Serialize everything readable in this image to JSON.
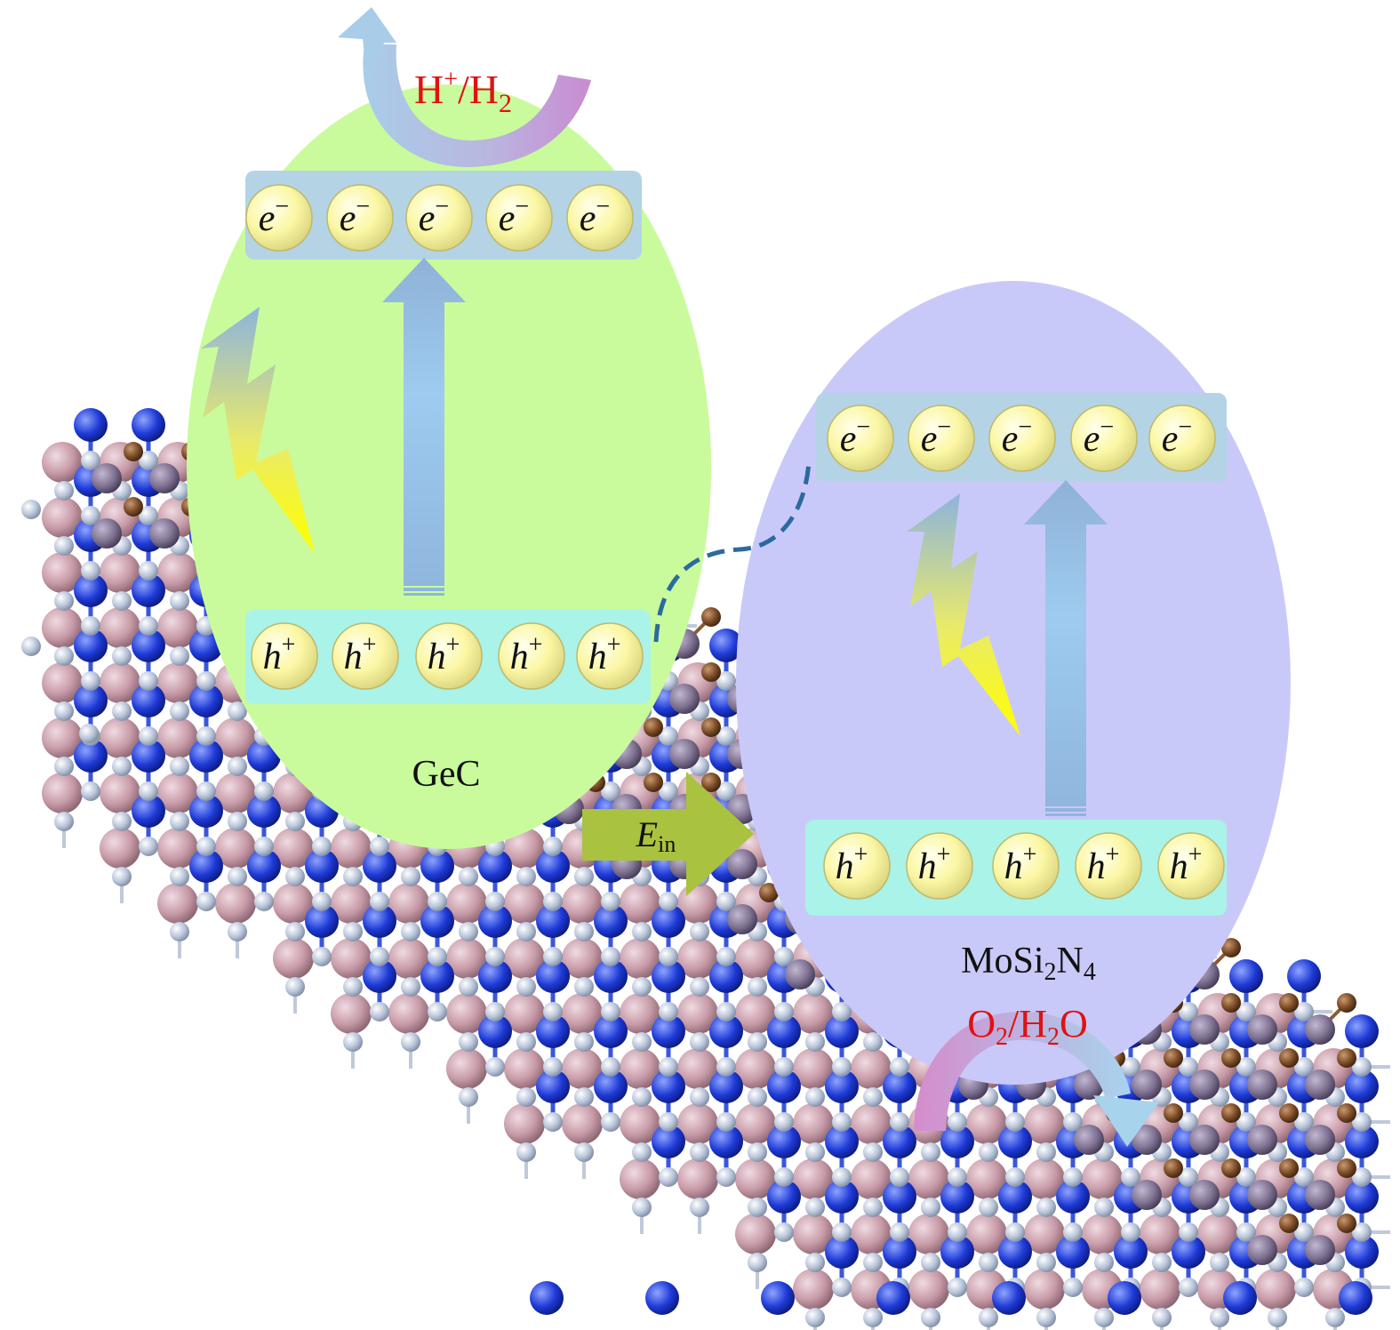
{
  "colors": {
    "left_ellipse": "#c9fb9c",
    "right_ellipse": "#c9c9f9",
    "band_conduction": "#b4d3e5",
    "band_valence": "#a9f3e8",
    "particle": "#fbf7a4",
    "reaction_text": "#e11111",
    "field_arrow": "#a9c23f",
    "dashed_path": "#2b6aa0",
    "atom_mo": "#c79aa7",
    "atom_n": "#1e3ad6",
    "atom_si": "#b8c4d9",
    "atom_ge": "#7f7292",
    "atom_c": "#7a4a25"
  },
  "left_material": {
    "name": "GeC",
    "reaction": {
      "base": "H",
      "sup": "+",
      "sep": "/H",
      "sub": "2"
    },
    "electrons": [
      {
        "sym": "e",
        "charge": "−"
      },
      {
        "sym": "e",
        "charge": "−"
      },
      {
        "sym": "e",
        "charge": "−"
      },
      {
        "sym": "e",
        "charge": "−"
      },
      {
        "sym": "e",
        "charge": "−"
      }
    ],
    "holes": [
      {
        "sym": "h",
        "charge": "+"
      },
      {
        "sym": "h",
        "charge": "+"
      },
      {
        "sym": "h",
        "charge": "+"
      },
      {
        "sym": "h",
        "charge": "+"
      },
      {
        "sym": "h",
        "charge": "+"
      }
    ]
  },
  "right_material": {
    "name": {
      "a": "MoSi",
      "sub1": "2",
      "b": "N",
      "sub2": "4"
    },
    "reaction": {
      "a": "O",
      "sub1": "2",
      "b": "/H",
      "sub2": "2",
      "c": "O"
    },
    "electrons": [
      {
        "sym": "e",
        "charge": "−"
      },
      {
        "sym": "e",
        "charge": "−"
      },
      {
        "sym": "e",
        "charge": "−"
      },
      {
        "sym": "e",
        "charge": "−"
      },
      {
        "sym": "e",
        "charge": "−"
      }
    ],
    "holes": [
      {
        "sym": "h",
        "charge": "+"
      },
      {
        "sym": "h",
        "charge": "+"
      },
      {
        "sym": "h",
        "charge": "+"
      },
      {
        "sym": "h",
        "charge": "+"
      },
      {
        "sym": "h",
        "charge": "+"
      }
    ]
  },
  "field": {
    "sym": "E",
    "sub": "in"
  },
  "icons": [
    "lightning-bolt-icon",
    "excitation-arrow-icon",
    "curved-reaction-arrow-icon",
    "internal-field-arrow-icon",
    "atom-lattice-icon"
  ]
}
